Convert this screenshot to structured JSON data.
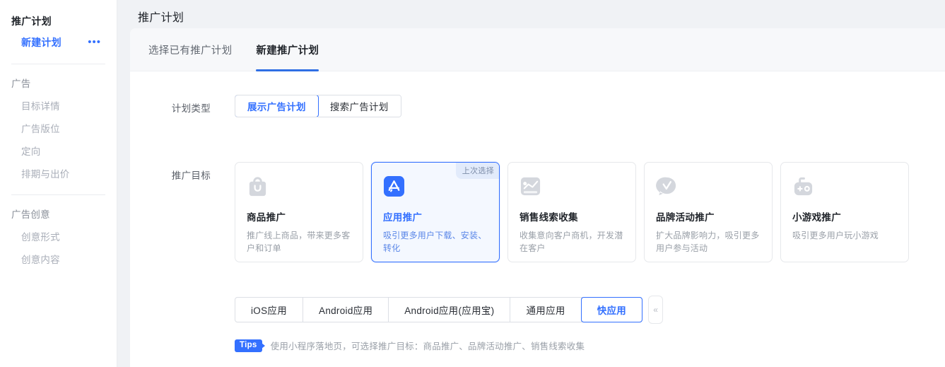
{
  "sidebar": {
    "title": "推广计划",
    "new_plan_label": "新建计划",
    "more_icon": "•••",
    "groups": [
      {
        "title": "广告",
        "items": [
          "目标详情",
          "广告版位",
          "定向",
          "排期与出价"
        ]
      },
      {
        "title": "广告创意",
        "items": [
          "创意形式",
          "创意内容"
        ]
      }
    ]
  },
  "header": {
    "title": "推广计划"
  },
  "tabs": [
    {
      "label": "选择已有推广计划",
      "active": false
    },
    {
      "label": "新建推广计划",
      "active": true
    }
  ],
  "plan_type": {
    "label": "计划类型",
    "options": [
      {
        "label": "展示广告计划",
        "active": true
      },
      {
        "label": "搜索广告计划",
        "active": false
      }
    ]
  },
  "promotion_goal": {
    "label": "推广目标",
    "badge_last_selected": "上次选择",
    "cards": [
      {
        "icon": "shopping-bag-icon",
        "title": "商品推广",
        "desc": "推广线上商品，带来更多客户和订单",
        "selected": false,
        "badge": ""
      },
      {
        "icon": "app-store-icon",
        "title": "应用推广",
        "desc": "吸引更多用户下载、安装、转化",
        "selected": true,
        "badge": "上次选择"
      },
      {
        "icon": "trend-chart-icon",
        "title": "销售线索收集",
        "desc": "收集意向客户商机，开发潜在客户",
        "selected": false,
        "badge": ""
      },
      {
        "icon": "speech-bubble-check-icon",
        "title": "品牌活动推广",
        "desc": "扩大品牌影响力，吸引更多用户参与活动",
        "selected": false,
        "badge": ""
      },
      {
        "icon": "gamepad-icon",
        "title": "小游戏推广",
        "desc": "吸引更多用户玩小游戏",
        "selected": false,
        "badge": ""
      }
    ]
  },
  "app_types": {
    "options": [
      {
        "label": "iOS应用",
        "active": false
      },
      {
        "label": "Android应用",
        "active": false
      },
      {
        "label": "Android应用(应用宝)",
        "active": false
      },
      {
        "label": "通用应用",
        "active": false
      },
      {
        "label": "快应用",
        "active": true
      }
    ],
    "collapse_icon": "«"
  },
  "tips": {
    "badge": "Tips",
    "text": "使用小程序落地页，可选择推广目标：商品推广、品牌活动推广、销售线索收集"
  },
  "colors": {
    "accent": "#3370ff",
    "tab_underline": "#2f6fe4",
    "page_bg": "#f0f2f5",
    "panel_bg": "#ffffff",
    "tabbar_bg": "#f7f8fa",
    "selected_card_bg": "#f4f8ff",
    "badge_bg": "#e2ebfb",
    "muted_text": "#9aa0a8"
  }
}
